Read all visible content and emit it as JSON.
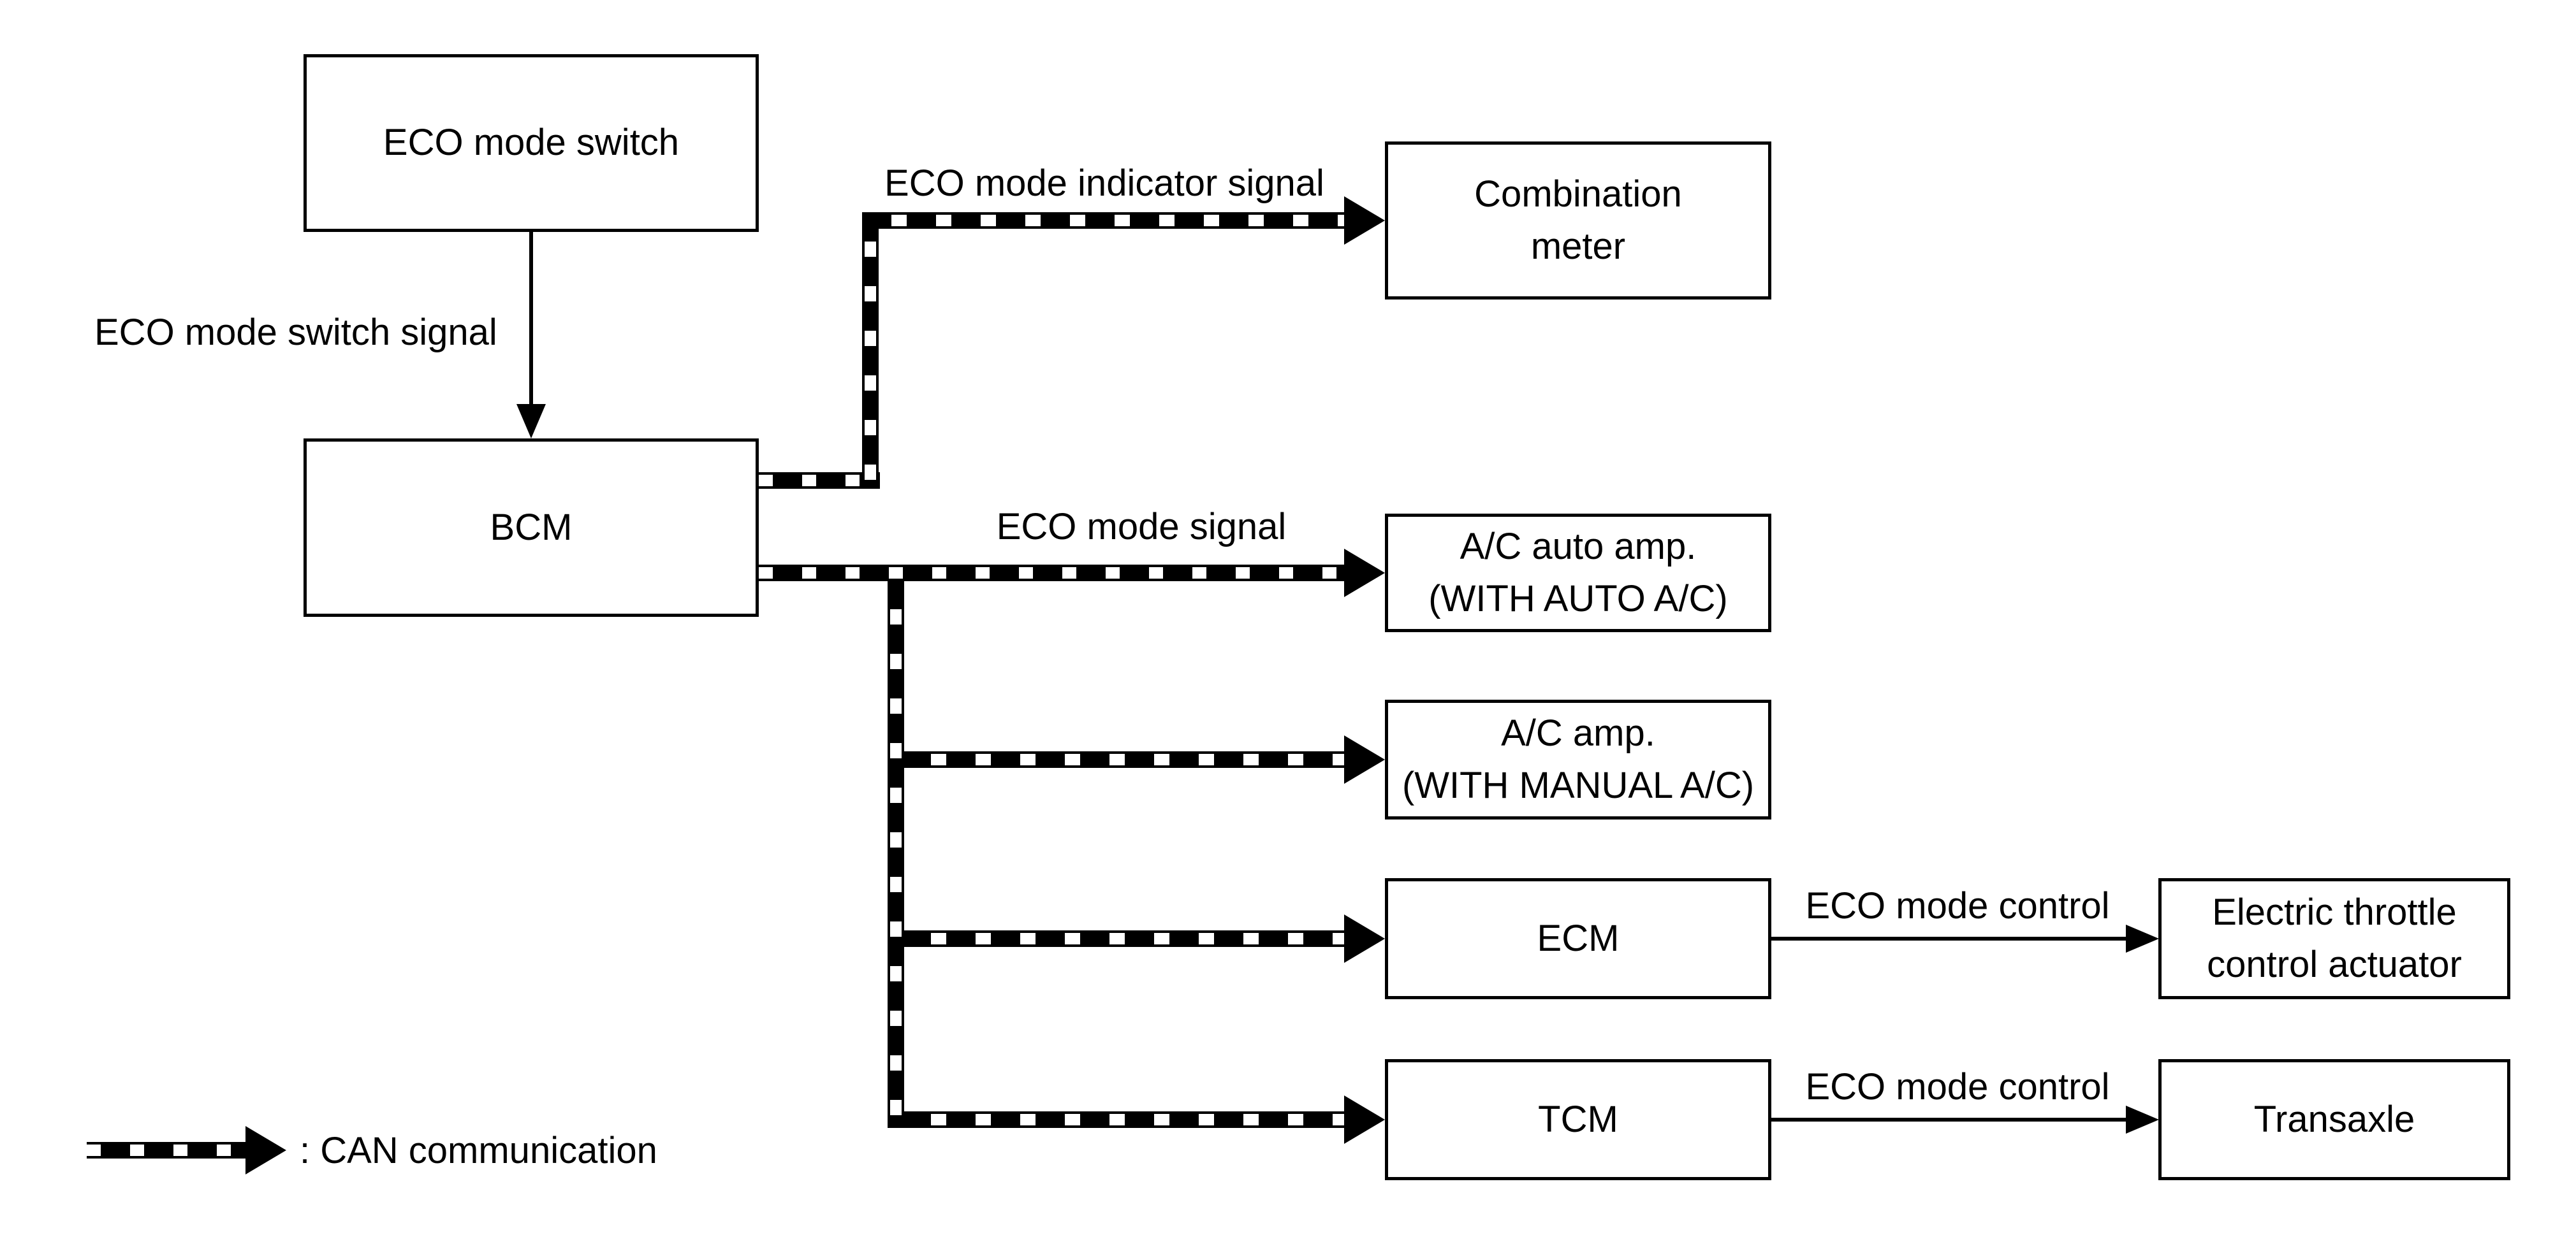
{
  "colors": {
    "line": "#000000",
    "background": "#ffffff"
  },
  "nodes": {
    "eco_mode_switch": {
      "label": "ECO mode switch"
    },
    "bcm": {
      "label": "BCM"
    },
    "combination_meter": {
      "label": "Combination\nmeter"
    },
    "ac_auto_amp": {
      "label": "A/C auto amp.\n(WITH AUTO A/C)"
    },
    "ac_amp": {
      "label": "A/C amp.\n(WITH MANUAL A/C)"
    },
    "ecm": {
      "label": "ECM"
    },
    "electric_throttle_control_actuator": {
      "label": "Electric throttle\ncontrol actuator"
    },
    "tcm": {
      "label": "TCM"
    },
    "transaxle": {
      "label": "Transaxle"
    }
  },
  "edge_labels": {
    "switch_signal": "ECO mode switch signal",
    "indicator_signal": "ECO mode indicator signal",
    "mode_signal": "ECO mode signal",
    "ecm_control": "ECO mode control",
    "tcm_control": "ECO mode control"
  },
  "legend": {
    "can_label": ": CAN communication"
  }
}
